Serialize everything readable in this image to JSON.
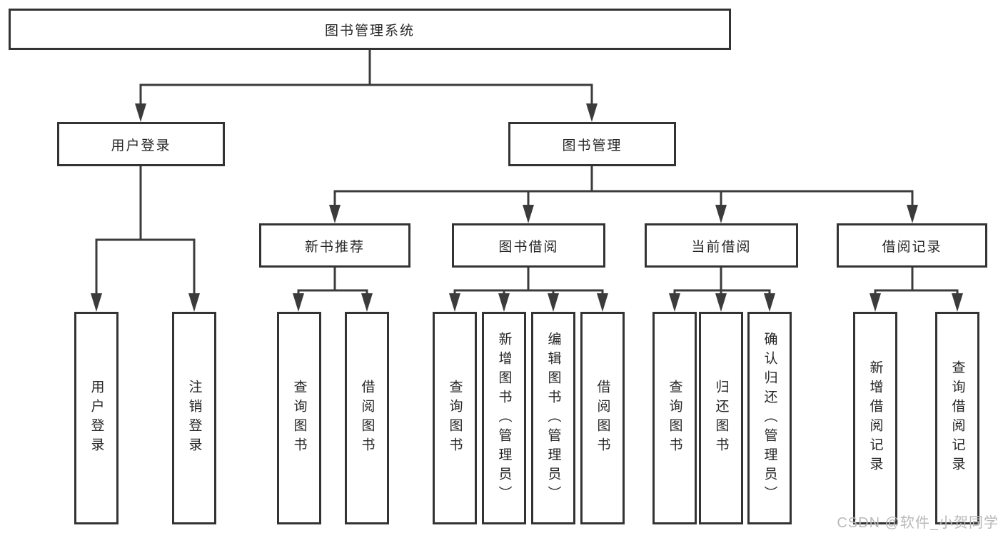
{
  "tree": {
    "label": "图书管理系统",
    "children": [
      {
        "label": "用户登录",
        "children": [
          {
            "label": "用户登录"
          },
          {
            "label": "注销登录"
          }
        ]
      },
      {
        "label": "图书管理",
        "children": [
          {
            "label": "新书推荐",
            "children": [
              {
                "label": "查询图书"
              },
              {
                "label": "借阅图书"
              }
            ]
          },
          {
            "label": "图书借阅",
            "children": [
              {
                "label": "查询图书"
              },
              {
                "label": "新增图书（管理员）"
              },
              {
                "label": "编辑图书（管理员）"
              },
              {
                "label": "借阅图书"
              }
            ]
          },
          {
            "label": "当前借阅",
            "children": [
              {
                "label": "查询图书"
              },
              {
                "label": "归还图书"
              },
              {
                "label": "确认归还（管理员）"
              }
            ]
          },
          {
            "label": "借阅记录",
            "children": [
              {
                "label": "新增借阅记录"
              },
              {
                "label": "查询借阅记录"
              }
            ]
          }
        ]
      }
    ]
  },
  "watermark": {
    "text": "CSDN @软件_小贺同学"
  },
  "colors": {
    "line": "#3b3b3b",
    "box_border": "#333333",
    "box_fill": "#ffffff",
    "text": "#262626",
    "watermark": "#b9b9b9",
    "background": "#ffffff"
  }
}
